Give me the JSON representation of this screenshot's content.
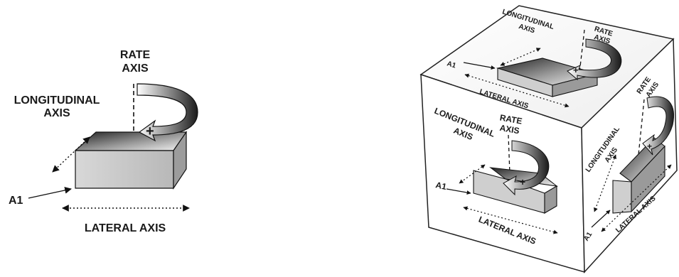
{
  "left_diagram": {
    "rate_axis_line1": "RATE",
    "rate_axis_line2": "AXIS",
    "longitudinal_line1": "LONGITUDINAL",
    "longitudinal_line2": "AXIS",
    "lateral_axis": "LATERAL AXIS",
    "pin_label": "A1",
    "rotation_sign": "+"
  },
  "cube_top_face": {
    "longitudinal_line1": "LONGITUDINAL",
    "longitudinal_line2": "AXIS",
    "rate_axis_line1": "RATE",
    "rate_axis_line2": "AXIS",
    "lateral_axis": "LATERAL AXIS",
    "pin_label": "A1",
    "rotation_sign": "+"
  },
  "cube_front_face": {
    "rate_axis_line1": "RATE",
    "rate_axis_line2": "AXIS",
    "longitudinal_line1": "LONGITUDINAL",
    "longitudinal_line2": "AXIS",
    "lateral_axis": "LATERAL AXIS",
    "pin_label": "A1",
    "rotation_sign": "+"
  },
  "cube_side_face": {
    "rate_axis_line1": "RATE",
    "rate_axis_line2": "AXIS",
    "longitudinal_line1": "LONGITUDINAL",
    "longitudinal_line2": "AXIS",
    "lateral_axis": "LATERAL AXIS",
    "pin_label": "A1",
    "rotation_sign": "+"
  }
}
